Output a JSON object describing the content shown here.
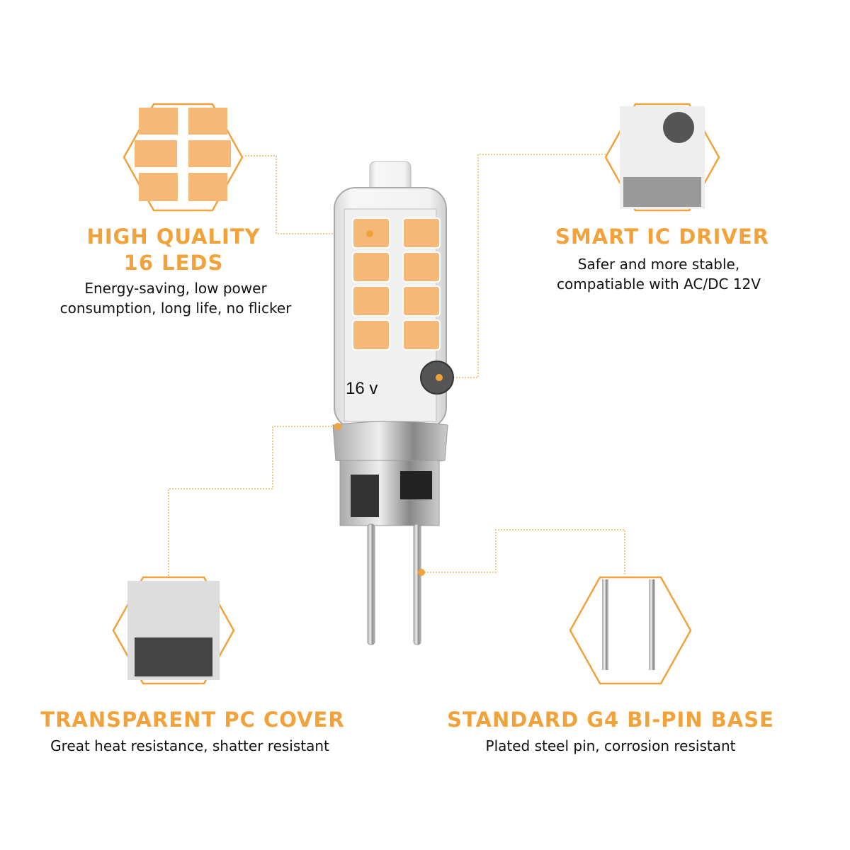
{
  "accent_color": "#f2a23a",
  "features": [
    {
      "title_lines": [
        "HIGH QUALITY",
        "16 LEDS"
      ],
      "desc_lines": [
        "Energy-saving, low power",
        "consumption, long life, no flicker"
      ]
    },
    {
      "title_lines": [
        "SMART IC DRIVER"
      ],
      "desc_lines": [
        "Safer and more stable,",
        "compatiable with AC/DC 12V"
      ]
    },
    {
      "title_lines": [
        "TRANSPARENT PC COVER"
      ],
      "desc_lines": [
        "Great heat resistance, shatter resistant"
      ]
    },
    {
      "title_lines": [
        "STANDARD G4 BI-PIN BASE"
      ],
      "desc_lines": [
        "Plated steel pin, corrosion resistant"
      ]
    }
  ],
  "bulb_print": [
    "16 v"
  ]
}
